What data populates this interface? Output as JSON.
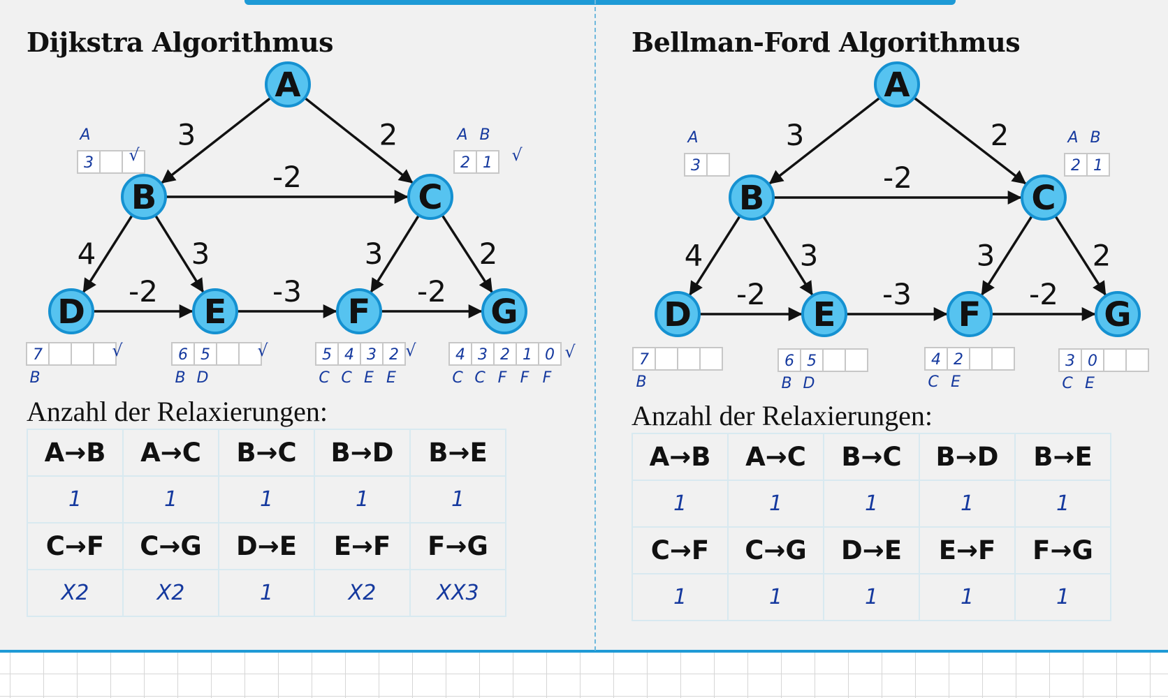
{
  "panels": [
    {
      "title": "Dijkstra Algorithmus",
      "subtitle": "Anzahl der Relaxierungen:",
      "nodes": [
        "A",
        "B",
        "C",
        "D",
        "E",
        "F",
        "G"
      ],
      "edges": [
        {
          "from": "A",
          "to": "B",
          "weight": "3"
        },
        {
          "from": "A",
          "to": "C",
          "weight": "2"
        },
        {
          "from": "B",
          "to": "C",
          "weight": "-2"
        },
        {
          "from": "B",
          "to": "D",
          "weight": "4"
        },
        {
          "from": "B",
          "to": "E",
          "weight": "3"
        },
        {
          "from": "C",
          "to": "F",
          "weight": "3"
        },
        {
          "from": "C",
          "to": "G",
          "weight": "2"
        },
        {
          "from": "D",
          "to": "E",
          "weight": "-2"
        },
        {
          "from": "E",
          "to": "F",
          "weight": "-3"
        },
        {
          "from": "F",
          "to": "G",
          "weight": "-2"
        }
      ],
      "annotations": [
        {
          "node": "B",
          "values": [
            "3",
            "",
            ""
          ],
          "preds": [
            "A"
          ],
          "check": "√"
        },
        {
          "node": "C",
          "values": [
            "2",
            "1"
          ],
          "preds": [
            "A",
            "B"
          ],
          "check": "√"
        },
        {
          "node": "D",
          "values": [
            "7",
            "",
            "",
            ""
          ],
          "preds": [
            "B"
          ],
          "check": "√"
        },
        {
          "node": "E",
          "values": [
            "6",
            "5",
            "",
            ""
          ],
          "preds": [
            "B",
            "D"
          ],
          "check": "√"
        },
        {
          "node": "F",
          "values": [
            "5",
            "4",
            "3",
            "2"
          ],
          "preds": [
            "C",
            "C",
            "E",
            "E"
          ],
          "check": "√"
        },
        {
          "node": "G",
          "values": [
            "4",
            "3",
            "2",
            "1",
            "0"
          ],
          "preds": [
            "C",
            "C",
            "F",
            "F",
            "F"
          ],
          "check": "√"
        }
      ],
      "relaxations": {
        "row1_headers": [
          "A→B",
          "A→C",
          "B→C",
          "B→D",
          "B→E"
        ],
        "row1_values": [
          "1",
          "1",
          "1",
          "1",
          "1"
        ],
        "row2_headers": [
          "C→F",
          "C→G",
          "D→E",
          "E→F",
          "F→G"
        ],
        "row2_values": [
          "X2",
          "X2",
          "1",
          "X2",
          "XX3"
        ]
      }
    },
    {
      "title": "Bellman-Ford Algorithmus",
      "subtitle": "Anzahl der Relaxierungen:",
      "nodes": [
        "A",
        "B",
        "C",
        "D",
        "E",
        "F",
        "G"
      ],
      "edges": [
        {
          "from": "A",
          "to": "B",
          "weight": "3"
        },
        {
          "from": "A",
          "to": "C",
          "weight": "2"
        },
        {
          "from": "B",
          "to": "C",
          "weight": "-2"
        },
        {
          "from": "B",
          "to": "D",
          "weight": "4"
        },
        {
          "from": "B",
          "to": "E",
          "weight": "3"
        },
        {
          "from": "C",
          "to": "F",
          "weight": "3"
        },
        {
          "from": "C",
          "to": "G",
          "weight": "2"
        },
        {
          "from": "D",
          "to": "E",
          "weight": "-2"
        },
        {
          "from": "E",
          "to": "F",
          "weight": "-3"
        },
        {
          "from": "F",
          "to": "G",
          "weight": "-2"
        }
      ],
      "annotations": [
        {
          "node": "B",
          "values": [
            "3",
            ""
          ],
          "preds": [
            "A"
          ],
          "check": ""
        },
        {
          "node": "C",
          "values": [
            "2",
            "1"
          ],
          "preds": [
            "A",
            "B"
          ],
          "check": ""
        },
        {
          "node": "D",
          "values": [
            "7",
            "",
            "",
            ""
          ],
          "preds": [
            "B"
          ],
          "check": ""
        },
        {
          "node": "E",
          "values": [
            "6",
            "5",
            "",
            ""
          ],
          "preds": [
            "B",
            "D"
          ],
          "check": ""
        },
        {
          "node": "F",
          "values": [
            "4",
            "2",
            "",
            ""
          ],
          "preds": [
            "C",
            "E"
          ],
          "check": ""
        },
        {
          "node": "G",
          "values": [
            "3",
            "0",
            "",
            ""
          ],
          "preds": [
            "C",
            "E"
          ],
          "check": ""
        }
      ],
      "relaxations": {
        "row1_headers": [
          "A→B",
          "A→C",
          "B→C",
          "B→D",
          "B→E"
        ],
        "row1_values": [
          "1",
          "1",
          "1",
          "1",
          "1"
        ],
        "row2_headers": [
          "C→F",
          "C→G",
          "D→E",
          "E→F",
          "F→G"
        ],
        "row2_values": [
          "1",
          "1",
          "1",
          "1",
          "1"
        ]
      }
    }
  ]
}
